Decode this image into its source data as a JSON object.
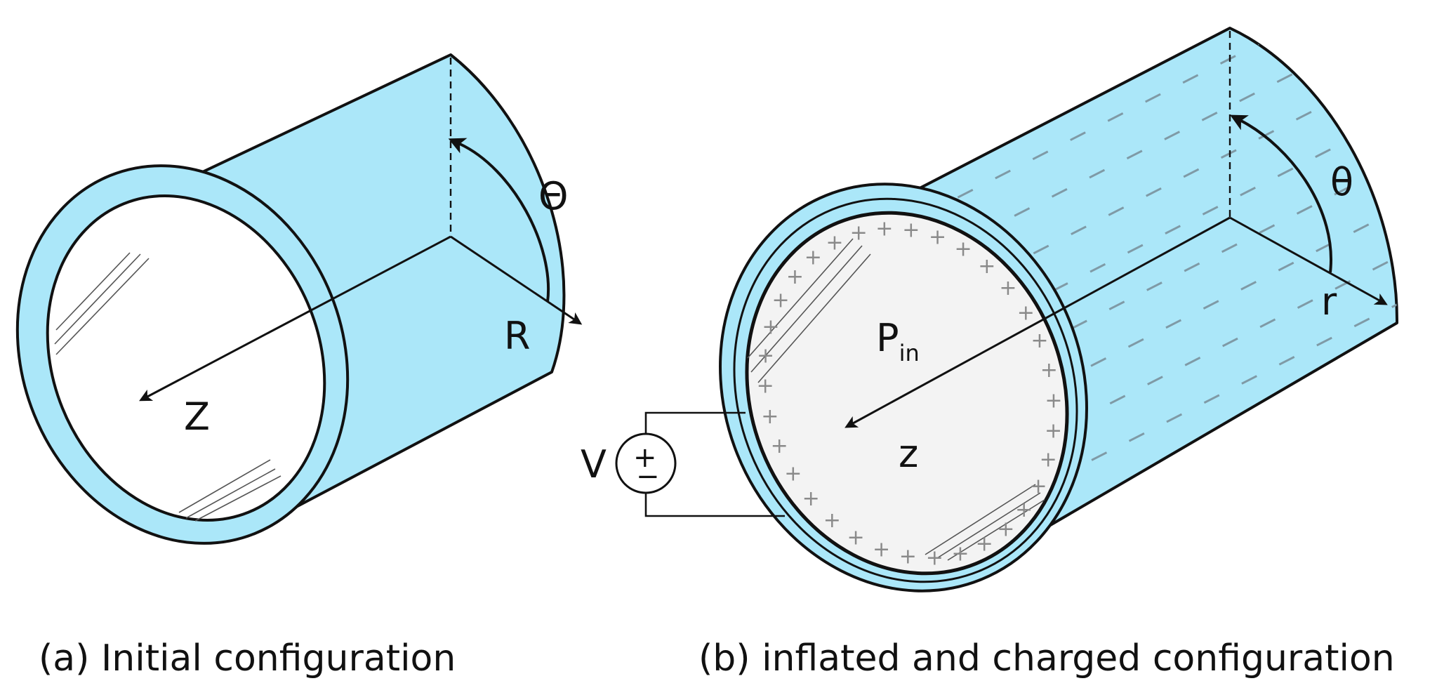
{
  "colors": {
    "tube_fill": "#abe7f9",
    "outline": "#111111",
    "charge": "#8a8a8a",
    "inner_fill": "#f3f3f3"
  },
  "panel_a": {
    "caption": "(a) Initial configuration",
    "axis_z": "Z",
    "axis_r": "R",
    "angle": "Θ"
  },
  "panel_b": {
    "caption": "(b) inflated and charged configuration",
    "axis_z": "z",
    "axis_r": "r",
    "angle": "θ",
    "pressure_main": "P",
    "pressure_sub": "in",
    "voltage": "V",
    "source_plus": "+",
    "source_minus": "−",
    "charge_sign": "+"
  }
}
